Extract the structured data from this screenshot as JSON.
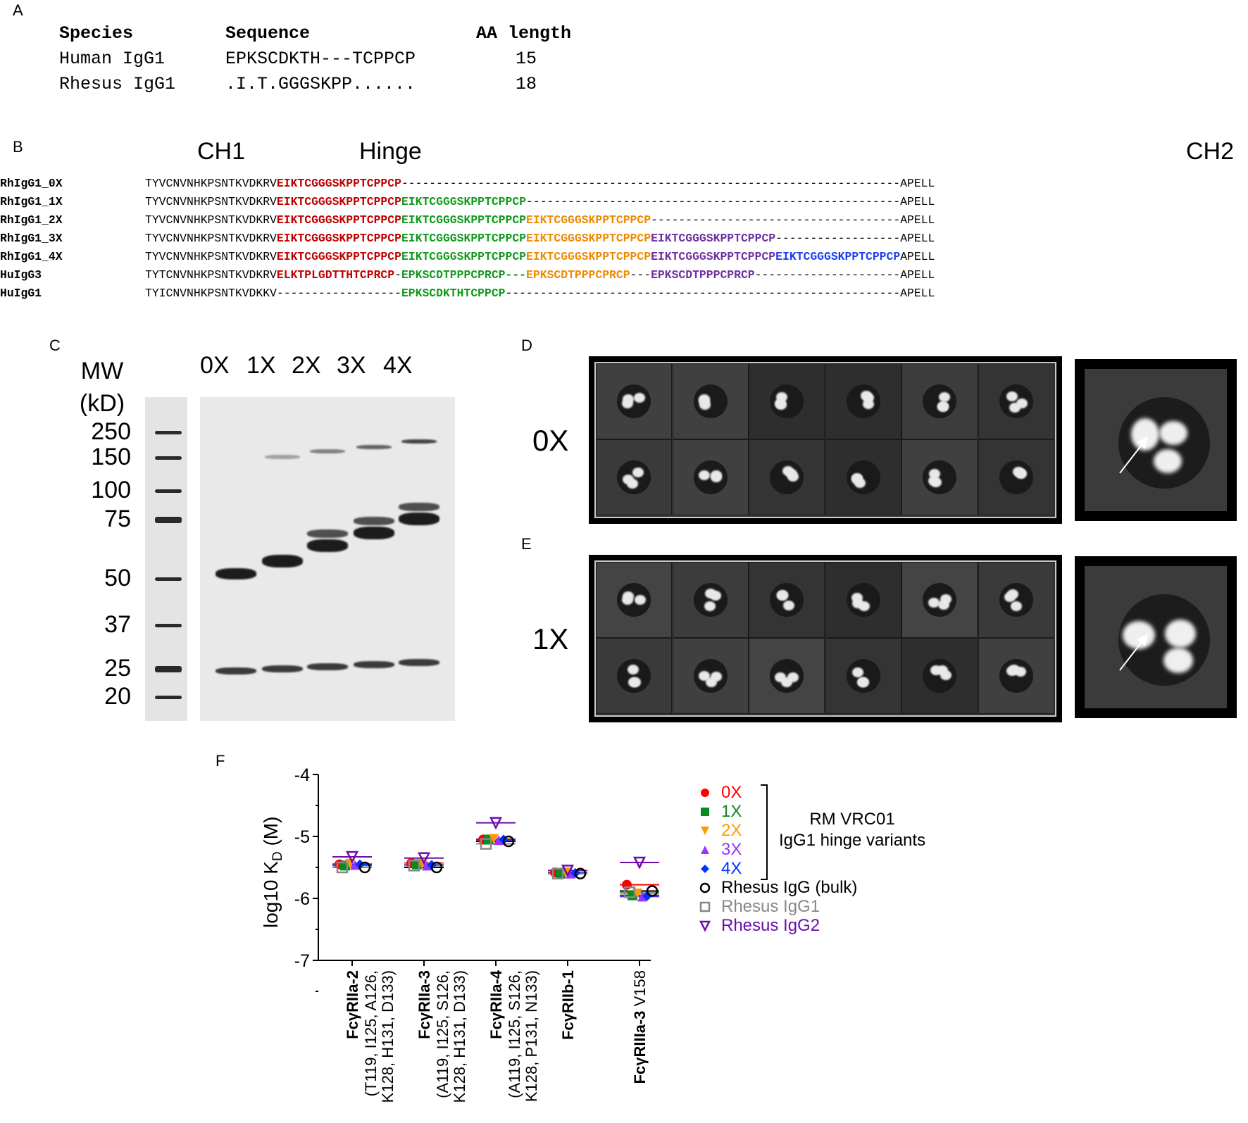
{
  "panel_letters": {
    "a": "A",
    "b": "B",
    "c": "C",
    "d": "D",
    "e": "E",
    "f": "F"
  },
  "panelA": {
    "headers": [
      "Species",
      "Sequence",
      "AA length"
    ],
    "rows": [
      {
        "species": "Human IgG1",
        "sequence": "EPKSCDKTH---TCPPCP",
        "length": "15"
      },
      {
        "species": "Rhesus IgG1",
        "sequence": ".I.T.GGGSKPP......",
        "length": "18"
      }
    ]
  },
  "panelB": {
    "domains": {
      "ch1": "CH1",
      "hinge": "Hinge",
      "ch2": "CH2"
    },
    "colors": {
      "red": "#c00000",
      "green": "#119a1b",
      "orange": "#ee8a00",
      "purple": "#7030a0",
      "blue": "#1a3ff0",
      "plain": "#000000"
    },
    "rows": [
      {
        "name": "RhIgG1_0X",
        "segments": [
          {
            "t": "TYVCNVNHKPSNTKVDKRV",
            "c": "plain"
          },
          {
            "t": "EIKTCGGGSKPPTCPPCP",
            "c": "red"
          },
          {
            "t": "------------------------------------------------------------------------",
            "c": "plain"
          },
          {
            "t": "APELL",
            "c": "plain"
          }
        ]
      },
      {
        "name": "RhIgG1_1X",
        "segments": [
          {
            "t": "TYVCNVNHKPSNTKVDKRV",
            "c": "plain"
          },
          {
            "t": "EIKTCGGGSKPPTCPPCP",
            "c": "red"
          },
          {
            "t": "EIKTCGGGSKPPTCPPCP",
            "c": "green"
          },
          {
            "t": "------------------------------------------------------",
            "c": "plain"
          },
          {
            "t": "APELL",
            "c": "plain"
          }
        ]
      },
      {
        "name": "RhIgG1_2X",
        "segments": [
          {
            "t": "TYVCNVNHKPSNTKVDKRV",
            "c": "plain"
          },
          {
            "t": "EIKTCGGGSKPPTCPPCP",
            "c": "red"
          },
          {
            "t": "EIKTCGGGSKPPTCPPCP",
            "c": "green"
          },
          {
            "t": "EIKTCGGGSKPPTCPPCP",
            "c": "orange"
          },
          {
            "t": "------------------------------------",
            "c": "plain"
          },
          {
            "t": "APELL",
            "c": "plain"
          }
        ]
      },
      {
        "name": "RhIgG1_3X",
        "segments": [
          {
            "t": "TYVCNVNHKPSNTKVDKRV",
            "c": "plain"
          },
          {
            "t": "EIKTCGGGSKPPTCPPCP",
            "c": "red"
          },
          {
            "t": "EIKTCGGGSKPPTCPPCP",
            "c": "green"
          },
          {
            "t": "EIKTCGGGSKPPTCPPCP",
            "c": "orange"
          },
          {
            "t": "EIKTCGGGSKPPTCPPCP",
            "c": "purple"
          },
          {
            "t": "------------------",
            "c": "plain"
          },
          {
            "t": "APELL",
            "c": "plain"
          }
        ]
      },
      {
        "name": "RhIgG1_4X",
        "segments": [
          {
            "t": "TYVCNVNHKPSNTKVDKRV",
            "c": "plain"
          },
          {
            "t": "EIKTCGGGSKPPTCPPCP",
            "c": "red"
          },
          {
            "t": "EIKTCGGGSKPPTCPPCP",
            "c": "green"
          },
          {
            "t": "EIKTCGGGSKPPTCPPCP",
            "c": "orange"
          },
          {
            "t": "EIKTCGGGSKPPTCPPCP",
            "c": "purple"
          },
          {
            "t": "EIKTCGGGSKPPTCPPCP",
            "c": "blue"
          },
          {
            "t": "APELL",
            "c": "plain"
          }
        ]
      },
      {
        "name": "HuIgG3",
        "segments": [
          {
            "t": "TYTCNVNHKPSNTKVDKRV",
            "c": "plain"
          },
          {
            "t": "ELKTPLGDTTHTCPRCP",
            "c": "red"
          },
          {
            "t": "-",
            "c": "plain"
          },
          {
            "t": "EPKSCDTPPPCPRCP---",
            "c": "green"
          },
          {
            "t": "EPKSCDTPPPCPRCP",
            "c": "orange"
          },
          {
            "t": "---",
            "c": "plain"
          },
          {
            "t": "EPKSCDTPPPCPRCP",
            "c": "purple"
          },
          {
            "t": "---------------------",
            "c": "plain"
          },
          {
            "t": "APELL",
            "c": "plain"
          }
        ]
      },
      {
        "name": "HuIgG1",
        "segments": [
          {
            "t": "TYICNVNHKPSNTKVDKKV",
            "c": "plain"
          },
          {
            "t": "------------------",
            "c": "plain"
          },
          {
            "t": "EPKSCDKTHTCPPCP",
            "c": "green"
          },
          {
            "t": "---------------------------------------------------------",
            "c": "plain"
          },
          {
            "t": "APELL",
            "c": "plain"
          }
        ]
      }
    ]
  },
  "panelC": {
    "mw_title_1": "MW",
    "mw_title_2": "(kD)",
    "mw_markers": [
      "250",
      "150",
      "100",
      "75",
      "50",
      "37",
      "25",
      "20"
    ],
    "lanes": [
      "0X",
      "1X",
      "2X",
      "3X",
      "4X"
    ]
  },
  "panelD": {
    "label": "0X"
  },
  "panelE": {
    "label": "1X"
  },
  "chart_data": {
    "type": "scatter",
    "ylabel": "log10 K",
    "ylabel_sub": "D",
    "ylabel_unit": " (M)",
    "ylim": [
      -7,
      -4
    ],
    "yticks": [
      "-4",
      "-5",
      "-6",
      "-7"
    ],
    "categories": [
      {
        "name": "FcγRIIa-2",
        "detail": "(T119, I125, A126,",
        "detail2": "K128, H131, D133)"
      },
      {
        "name": "FcγRIIa-3",
        "detail": "(A119, I125, S126,",
        "detail2": "K128, H131, D133)"
      },
      {
        "name": "FcγRIIa-4",
        "detail": "(A119, I125, S126,",
        "detail2": "K128, P131, N133)"
      },
      {
        "name": "FcγRIIb-1",
        "detail": "",
        "detail2": ""
      },
      {
        "name": "FcγRIIIa-3",
        "detail": " V158",
        "detail2": ""
      }
    ],
    "series": [
      {
        "name": "0X",
        "color": "#ff0000",
        "marker": "circle",
        "values": [
          -5.45,
          -5.43,
          -5.05,
          -5.58,
          -5.78
        ]
      },
      {
        "name": "1X",
        "color": "#0a8a20",
        "marker": "square",
        "values": [
          -5.47,
          -5.45,
          -5.05,
          -5.6,
          -5.95
        ]
      },
      {
        "name": "2X",
        "color": "#ff9900",
        "marker": "triangle-down",
        "values": [
          -5.44,
          -5.44,
          -5.04,
          -5.58,
          -5.92
        ]
      },
      {
        "name": "3X",
        "color": "#9933ff",
        "marker": "triangle-up",
        "values": [
          -5.46,
          -5.47,
          -5.06,
          -5.6,
          -5.97
        ]
      },
      {
        "name": "4X",
        "color": "#0033ff",
        "marker": "diamond",
        "values": [
          -5.45,
          -5.46,
          -5.05,
          -5.59,
          -5.96
        ]
      },
      {
        "name": "Rhesus IgG (bulk)",
        "color": "#000000",
        "marker": "open-circle",
        "values": [
          -5.5,
          -5.5,
          -5.08,
          -5.6,
          -5.88
        ]
      },
      {
        "name": "Rhesus IgG1",
        "color": "#888888",
        "marker": "open-square",
        "values": [
          -5.5,
          -5.47,
          -5.12,
          -5.6,
          -5.9
        ]
      },
      {
        "name": "Rhesus IgG2",
        "color": "#6a0dad",
        "marker": "open-triangle-down",
        "values": [
          -5.33,
          -5.35,
          -4.78,
          -5.55,
          -5.42
        ]
      }
    ],
    "legend_bracket_label_1": "RM VRC01",
    "legend_bracket_label_2": "IgG1 hinge variants"
  }
}
